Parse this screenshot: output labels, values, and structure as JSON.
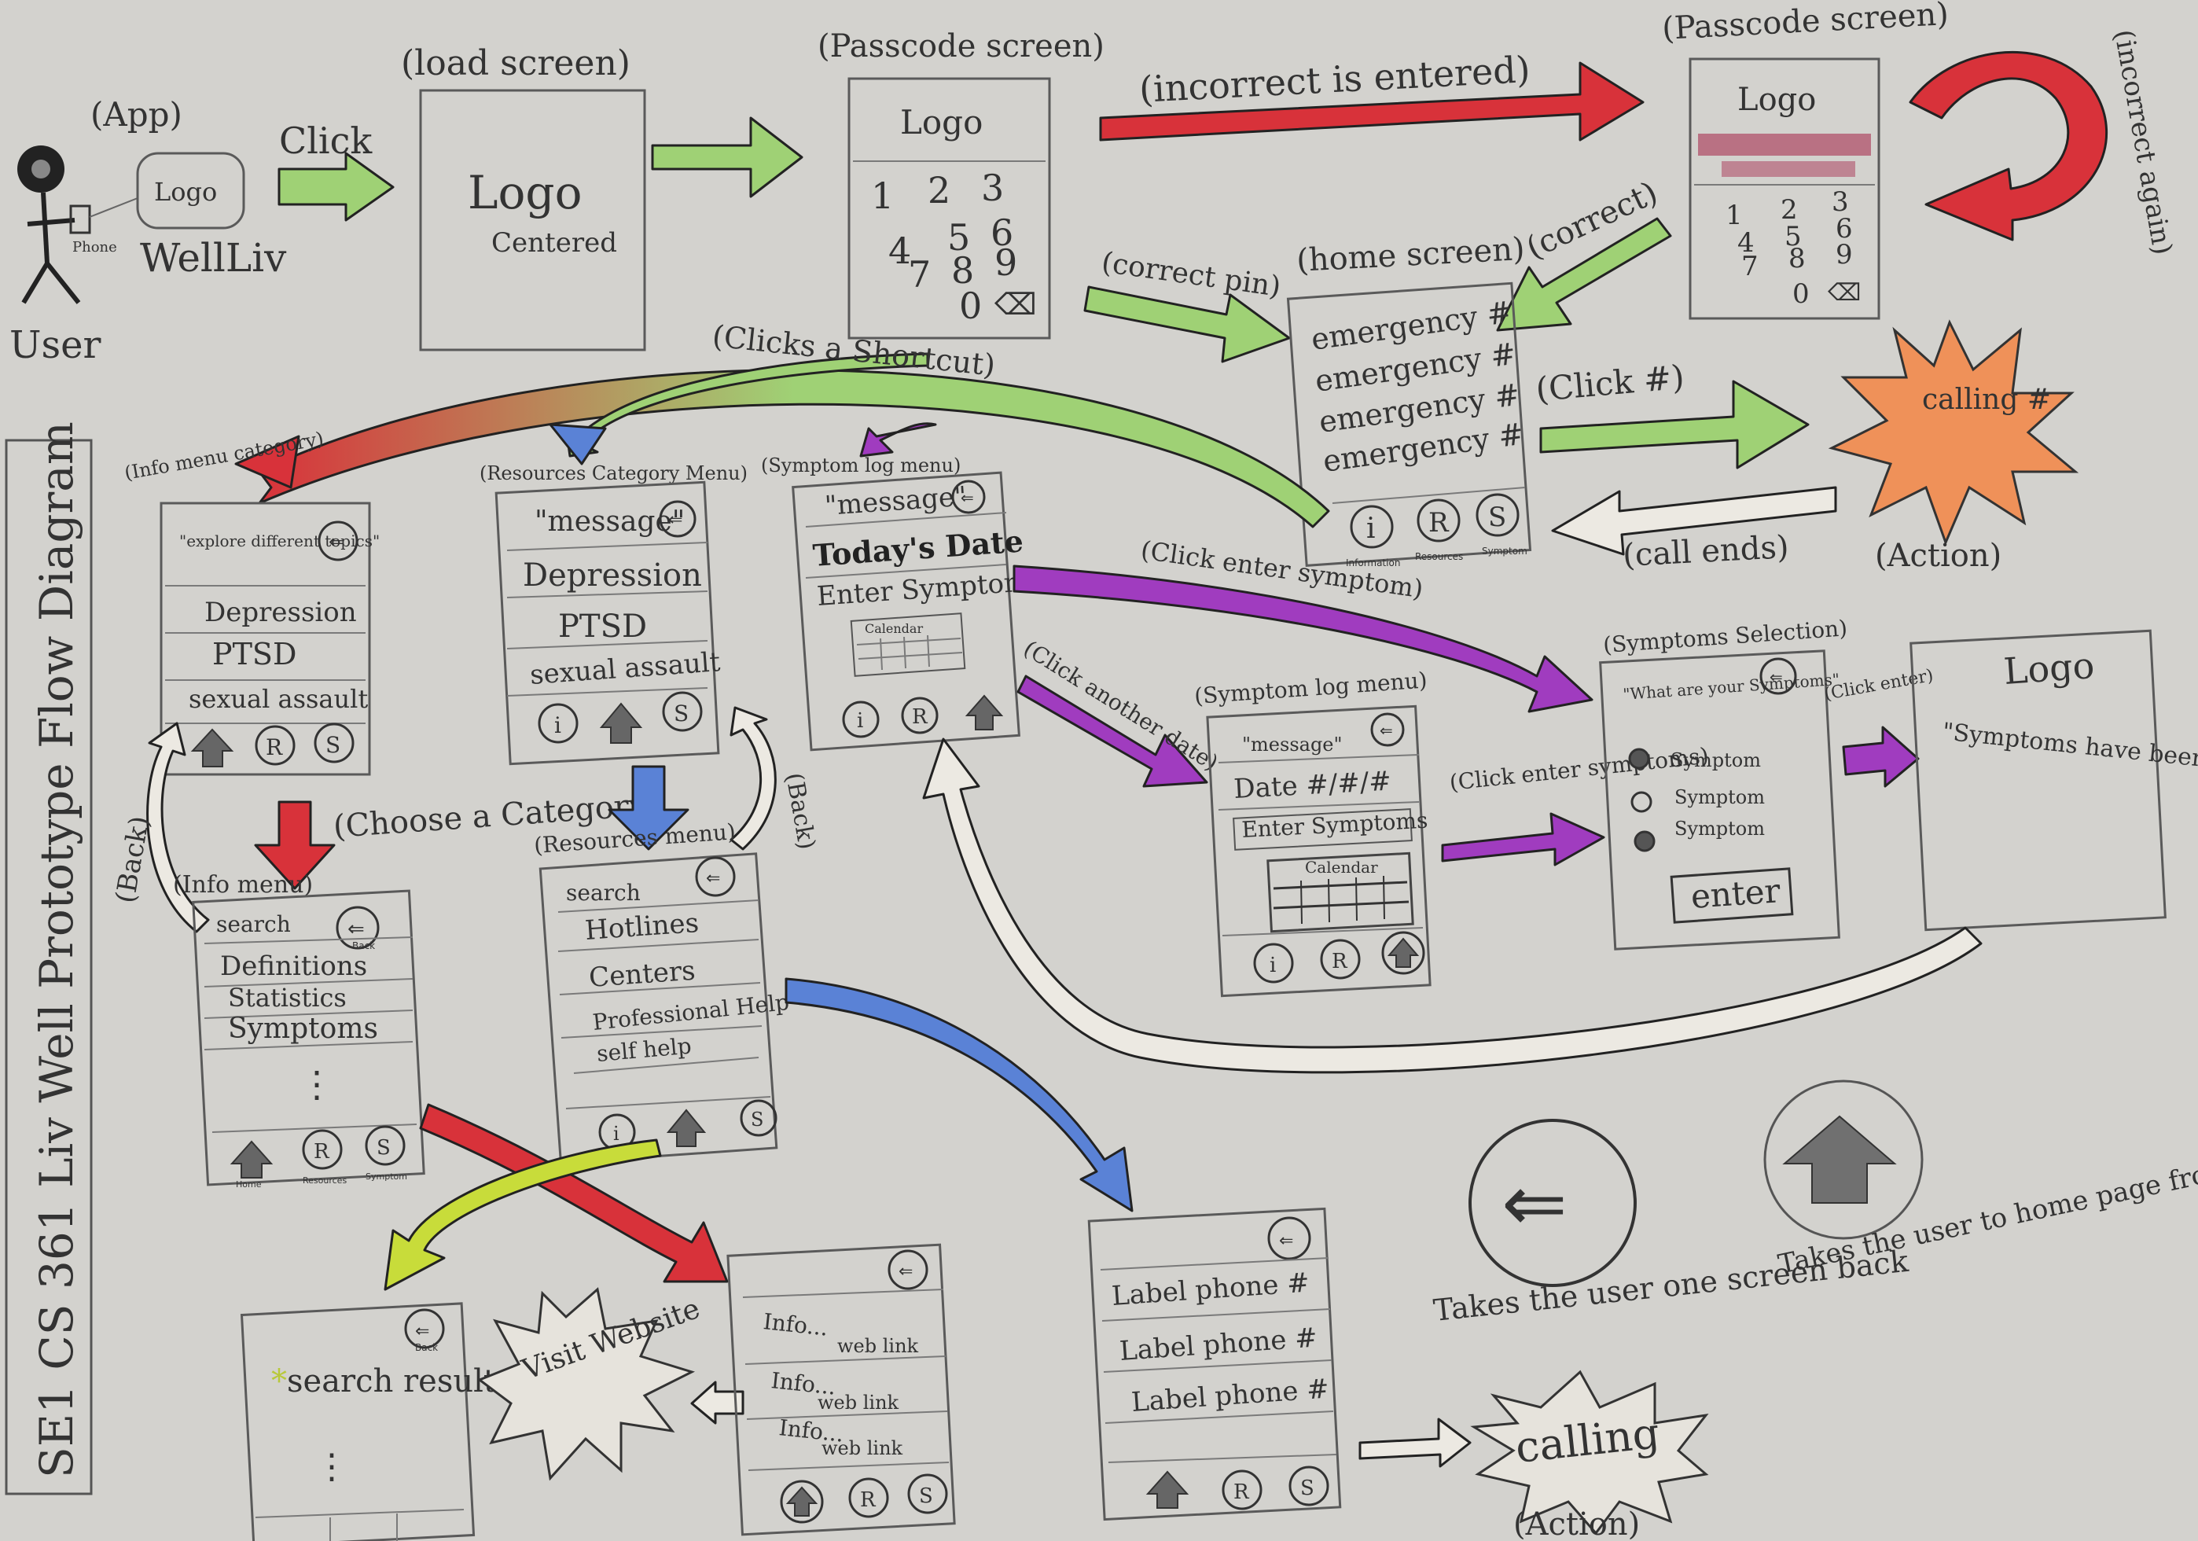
{
  "title": "SE1 CS 361 Liv Well Prototype Flow Diagram",
  "colors": {
    "red": "#d8323a",
    "green": "#9fd175",
    "purple": "#a03cbf",
    "blue": "#5a82d6",
    "yellow_green": "#c8dc3a",
    "orange": "#ef9159",
    "paper": "#d3d2ce"
  },
  "user": {
    "label": "User",
    "phone_label": "Phone"
  },
  "app": {
    "caption": "(App)",
    "logo": "Logo",
    "name": "WellLiv"
  },
  "flows": {
    "click": "Click",
    "incorrect_entered": "(incorrect is entered)",
    "incorrect_again": "(incorrect again)",
    "correct": "(correct)",
    "correct_pin": "(correct pin)",
    "clicks_shortcut": "(Clicks a Shortcut)",
    "click_number": "(Click #)",
    "call_ends": "(call ends)",
    "click_enter_symptom": "(Click enter symptom)",
    "click_another_date": "(Click another date)",
    "click_enter_symptoms": "(Click enter symptoms)",
    "click_enter": "(Click enter)",
    "choose_category": "(Choose a Category)",
    "back": "(Back)"
  },
  "load_screen": {
    "caption": "(load screen)",
    "logo": "Logo",
    "sub": "Centered"
  },
  "passcode_screen": {
    "caption": "(Passcode screen)",
    "logo": "Logo",
    "keys": [
      "1",
      "2",
      "3",
      "4",
      "5",
      "6",
      "7",
      "8",
      "9",
      "0",
      "⌫"
    ]
  },
  "passcode_screen_error": {
    "caption": "(Passcode screen)",
    "logo": "Logo"
  },
  "home_screen": {
    "caption": "(home screen)",
    "items": [
      "emergency #",
      "emergency #",
      "emergency #",
      "emergency #"
    ],
    "nav": [
      "i",
      "R",
      "S"
    ],
    "nav_labels": [
      "Information",
      "Resources",
      "Symptom"
    ]
  },
  "calling_action": {
    "text": "calling #",
    "caption": "(Action)"
  },
  "info_category_menu": {
    "caption": "(Info menu category)",
    "message": "\"explore different topics\"",
    "back": "Back",
    "items": [
      "Depression",
      "PTSD",
      "sexual assault"
    ],
    "nav_labels": [
      "Home",
      "Resources",
      "Symptom"
    ]
  },
  "resources_category_menu": {
    "caption": "(Resources Category Menu)",
    "message": "\"message\"",
    "items": [
      "Depression",
      "PTSD",
      "sexual assault"
    ],
    "nav_labels": [
      "Info",
      "Home",
      "Symptom"
    ]
  },
  "symptom_log_menu_top": {
    "caption": "(Symptom log menu)",
    "message": "\"message\"",
    "back": "Back",
    "date": "Today's Date",
    "enter": "Enter Symptoms",
    "calendar": "Calendar"
  },
  "info_menu": {
    "caption": "(Info menu)",
    "search": "search",
    "items": [
      "Definitions",
      "Statistics",
      "Symptoms",
      "⋮"
    ],
    "back": "Back",
    "nav_labels": [
      "Home",
      "Resources",
      "Symptom"
    ]
  },
  "resources_menu": {
    "caption": "(Resources menu)",
    "search": "search",
    "items": [
      "Hotlines",
      "Centers",
      "Professional Help",
      "self help"
    ],
    "back": "Back"
  },
  "symptom_log_menu": {
    "caption": "(Symptom log menu)",
    "message": "\"message\"",
    "date": "Date #/#/#",
    "enter": "Enter Symptoms",
    "calendar": "Calendar"
  },
  "symptoms_selection": {
    "caption": "(Symptoms Selection)",
    "question": "\"What are your Symptoms\"",
    "options": [
      "Symptom",
      "Symptom",
      "Symptom"
    ],
    "enter": "enter"
  },
  "logged_screen": {
    "logo": "Logo",
    "message": "\"Symptoms have been logged\""
  },
  "search_results": {
    "text": "search results",
    "dots": "⋮",
    "back": "Back"
  },
  "visit_website": {
    "text": "Visit Website"
  },
  "info_links": {
    "items": [
      "Info...",
      "Info...",
      "Info..."
    ],
    "link": "web link"
  },
  "phone_labels": {
    "items": [
      "Label phone #",
      "Label phone #",
      "Label phone #"
    ]
  },
  "calling_bottom": {
    "text": "calling",
    "caption": "(Action)"
  },
  "legend": {
    "back_desc": "Takes the user one screen back",
    "home_desc": "Takes the user to home page from wherever they are"
  }
}
